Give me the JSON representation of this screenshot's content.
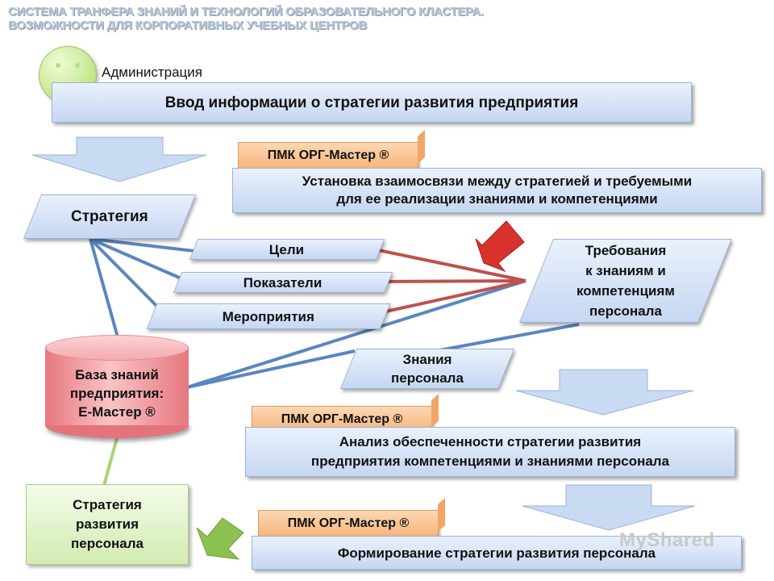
{
  "title": {
    "line1": "СИСТЕМА ТРАНФЕРА ЗНАНИЙ И ТЕХНОЛОГИЙ ОБРАЗОВАТЕЛЬНОГО КЛАСТЕРА.",
    "line2": "ВОЗМОЖНОСТИ ДЛЯ КОРПОРАТИВНЫХ УЧЕБНЫХ ЦЕНТРОВ"
  },
  "admin": {
    "label": "Администрация",
    "input_text": "Ввод информации о стратегии развития предприятия"
  },
  "tool_tabs": [
    "ПМК ОРГ-Мастер ®",
    "ПМК ОРГ-Мастер ®",
    "ПМК ОРГ-Мастер ®"
  ],
  "steps": {
    "link": {
      "line1": "Установка взаимосвязи между стратегией и требуемыми",
      "line2": "для ее реализации знаниями и компетенциями"
    },
    "analysis": {
      "line1": "Анализ обеспеченности стратегии развития",
      "line2": "предприятия компетенциями и знаниями персонала"
    },
    "formation": "Формирование стратегии развития персонала"
  },
  "nodes": {
    "strategy": "Стратегия",
    "goals": "Цели",
    "indicators": "Показатели",
    "measures": "Мероприятия",
    "requirements": [
      "Требования",
      "к знаниям и",
      "компетенциям",
      "персонала"
    ],
    "knowledge": [
      "Знания",
      "персонала"
    ],
    "knowledge_base": [
      "База знаний",
      "предприятия:",
      "Е-Мастер ®"
    ],
    "staff_strategy": [
      "Стратегия",
      "развития",
      "персонала"
    ]
  },
  "watermark": "MyShared",
  "colors": {
    "blue_box": "#c5d7f2",
    "orange_tab": "#f6b47a",
    "red_arrow": "#d9312b",
    "green_arrow": "#8cc152",
    "blue_line": "#5b86bf",
    "red_line": "#c0504d"
  }
}
